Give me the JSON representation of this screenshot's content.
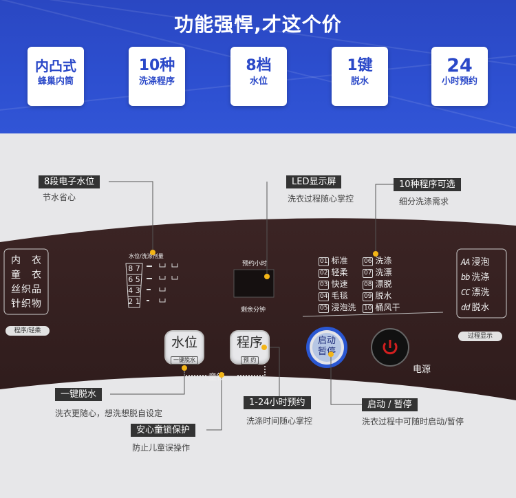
{
  "headline": "功能强悍,才这个价",
  "features": [
    {
      "line1": "内凸式",
      "line2": "蜂巢内筒"
    },
    {
      "line1": "10种",
      "line2": "洗涤程序"
    },
    {
      "line1": "8档",
      "line2": "水位"
    },
    {
      "line1": "1键",
      "line2": "脱水"
    },
    {
      "line1": "24",
      "line2": "小时预约"
    }
  ],
  "callouts": {
    "water_level": {
      "title": "8段电子水位",
      "desc": "节水省心"
    },
    "led": {
      "title": "LED显示屏",
      "desc": "洗衣过程随心掌控"
    },
    "programs": {
      "title": "10种程序可选",
      "desc": "细分洗涤需求"
    },
    "spin": {
      "title": "一键脱水",
      "desc": "洗衣更随心，想洗想脱自设定"
    },
    "child_lock": {
      "title": "安心童锁保护",
      "desc": "防止儿童误操作"
    },
    "reservation": {
      "title": "1-24小时预约",
      "desc": "洗涤时间随心掌控"
    },
    "start": {
      "title": "启动 / 暂停",
      "desc": "洗衣过程中可随时启动/暂停"
    }
  },
  "panel": {
    "fabrics": [
      "内　衣",
      "童　衣",
      "丝织品",
      "针织物"
    ],
    "fabric_button": "程序/轻柔",
    "water_title": "水位/洗涤剂量",
    "water_numbers": [
      "8 7",
      "6 5",
      "4 3",
      "2 1"
    ],
    "reserve_label": "预约小时",
    "remain_label": "剩余分钟",
    "program_list": [
      {
        "code": "01",
        "name": "标准"
      },
      {
        "code": "02",
        "name": "轻柔"
      },
      {
        "code": "03",
        "name": "快速"
      },
      {
        "code": "04",
        "name": "毛毯"
      },
      {
        "code": "05",
        "name": "浸泡洗"
      },
      {
        "code": "06",
        "name": "洗涤"
      },
      {
        "code": "07",
        "name": "洗漂"
      },
      {
        "code": "08",
        "name": "漂脱"
      },
      {
        "code": "09",
        "name": "脱水"
      },
      {
        "code": "10",
        "name": "桶风干"
      }
    ],
    "phases": [
      {
        "seg": "AA",
        "label": "浸泡"
      },
      {
        "seg": "bb",
        "label": "洗涤"
      },
      {
        "seg": "CC",
        "label": "漂洗"
      },
      {
        "seg": "dd",
        "label": "脱水"
      }
    ],
    "phase_button": "过程显示",
    "water_button": {
      "main": "水位",
      "sub": "一键脱水"
    },
    "program_button": {
      "main": "程序",
      "sub": "预  约"
    },
    "child_lock_label": "童锁",
    "start_button": {
      "line1": "启动",
      "line2": "暂停"
    },
    "power_label": "电源"
  },
  "colors": {
    "banner": "#2d4fd0",
    "accent": "#f3b517",
    "panel": "#3a2222"
  }
}
